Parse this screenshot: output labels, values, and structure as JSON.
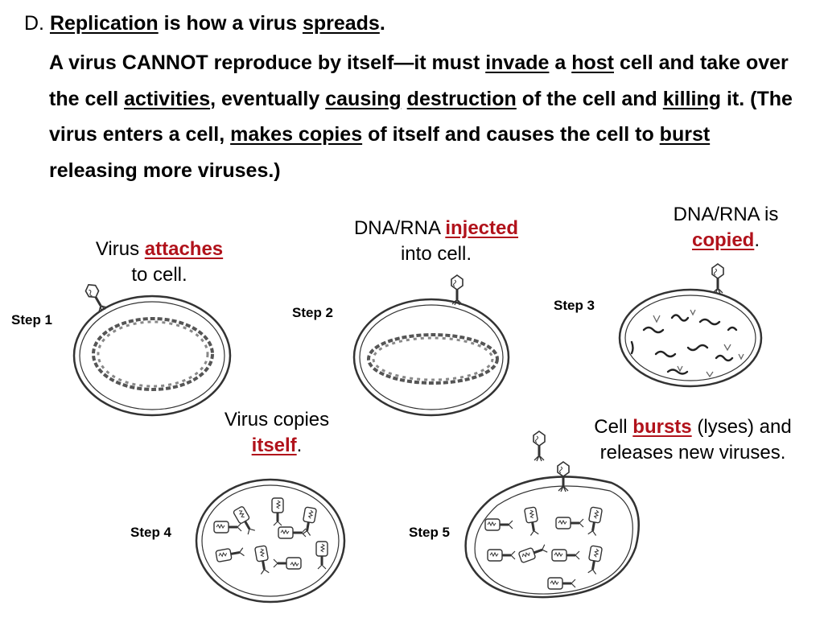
{
  "heading": {
    "prefix": "D. ",
    "term": "Replication",
    "middle": " is how a virus ",
    "term2": "spreads",
    "end": "."
  },
  "paragraph": {
    "p1": "A virus CANNOT reproduce by itself—it must ",
    "u1": "invade",
    "p2": " a ",
    "u2": "host",
    "p3": " cell and take over the cell ",
    "u3": "activities",
    "p4": ", eventually ",
    "u4": "causing",
    "p5": " ",
    "u5": "destruction",
    "p6": " of the cell and ",
    "u6": "killing",
    "p7": " it. (The virus enters a cell, ",
    "u7": "makes copies",
    "p8": " of itself and causes the cell to ",
    "u8": "burst",
    "p9": " releasing more viruses.)"
  },
  "steps": [
    {
      "label": "Step 1",
      "caption_pre": "Virus ",
      "caption_key": "attaches",
      "caption_post": "to cell."
    },
    {
      "label": "Step 2",
      "caption_pre": "DNA/RNA ",
      "caption_key": "injected",
      "caption_post": "into cell."
    },
    {
      "label": "Step 3",
      "caption_pre": "DNA/RNA is",
      "caption_key": "copied",
      "caption_post": "."
    },
    {
      "label": "Step 4",
      "caption_pre": "Virus copies",
      "caption_key": "itself",
      "caption_post": "."
    },
    {
      "label": "Step 5",
      "caption_pre": "Cell ",
      "caption_key": "bursts",
      "caption_post": " (lyses) and",
      "caption_line2": "releases new viruses."
    }
  ],
  "colors": {
    "accent": "#b1121b",
    "ink": "#333333"
  }
}
